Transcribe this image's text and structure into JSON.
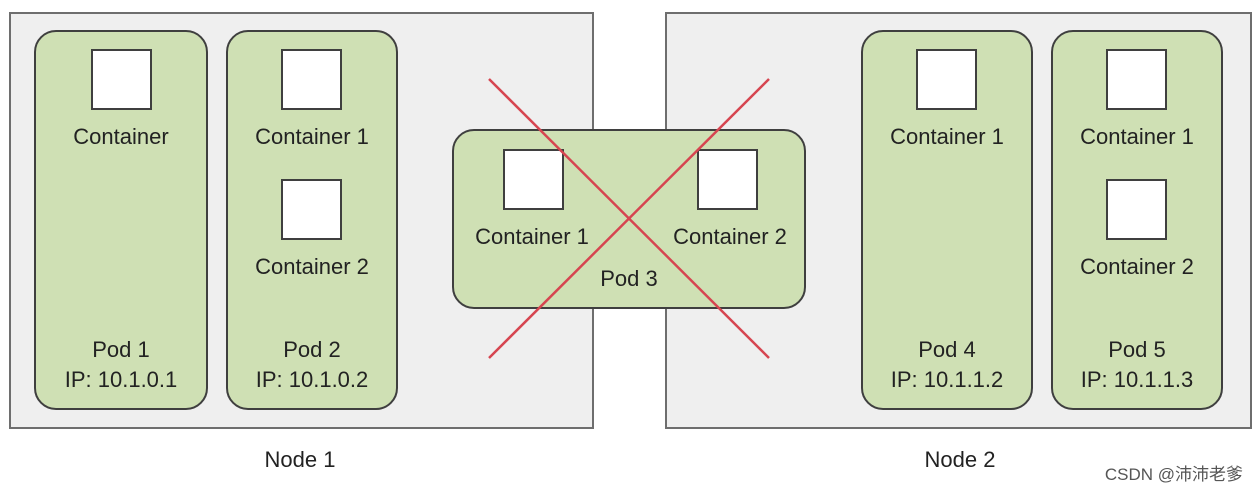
{
  "nodes": [
    {
      "label": "Node 1"
    },
    {
      "label": "Node 2"
    }
  ],
  "pods": {
    "pod1": {
      "name": "Pod 1",
      "ip": "IP: 10.1.0.1",
      "containers": [
        "Container"
      ]
    },
    "pod2": {
      "name": "Pod 2",
      "ip": "IP: 10.1.0.2",
      "containers": [
        "Container 1",
        "Container 2"
      ]
    },
    "pod3": {
      "name": "Pod 3",
      "containers": [
        "Container 1",
        "Container 2"
      ]
    },
    "pod4": {
      "name": "Pod 4",
      "ip": "IP: 10.1.1.2",
      "containers": [
        "Container 1"
      ]
    },
    "pod5": {
      "name": "Pod 5",
      "ip": "IP: 10.1.1.3",
      "containers": [
        "Container 1",
        "Container 2"
      ]
    }
  },
  "cross_color": "#d64550",
  "watermark": "CSDN @沛沛老爹"
}
